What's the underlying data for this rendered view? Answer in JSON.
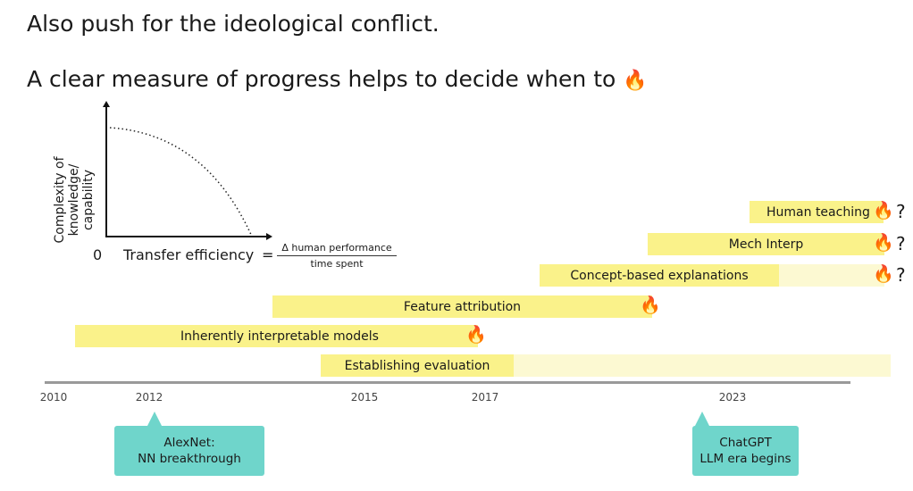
{
  "slide": {
    "title1": "Also push for the ideological conflict.",
    "title2": "A clear measure of progress helps to decide when to",
    "title2_emoji": "🔥"
  },
  "graph": {
    "y_label_lines": [
      "Complexity of",
      "knowledge/",
      "capability"
    ],
    "origin": "0",
    "x_label": "Transfer efficiency",
    "equals": "=",
    "numerator": "Δ human performance",
    "denominator": "time spent"
  },
  "bars": [
    {
      "label": "Human teaching",
      "fire": "🔥",
      "q": "?"
    },
    {
      "label": "Mech Interp",
      "fire": "🔥",
      "q": "?"
    },
    {
      "label": "Concept-based explanations",
      "fire": "🔥",
      "q": "?"
    },
    {
      "label": "Feature attribution",
      "fire": "🔥"
    },
    {
      "label": "Inherently interpretable models",
      "fire": "🔥"
    },
    {
      "label": "Establishing evaluation"
    }
  ],
  "years": [
    "2010",
    "2012",
    "2015",
    "2017",
    "2023"
  ],
  "callouts": [
    {
      "line1": "AlexNet:",
      "line2": "NN breakthrough"
    },
    {
      "line1": "ChatGPT",
      "line2": "LLM era begins"
    }
  ],
  "colors": {
    "bar": "#faf28a",
    "bar_faded": "#fcf9d2",
    "callout": "#6fd5cb",
    "timeline": "#999999"
  }
}
